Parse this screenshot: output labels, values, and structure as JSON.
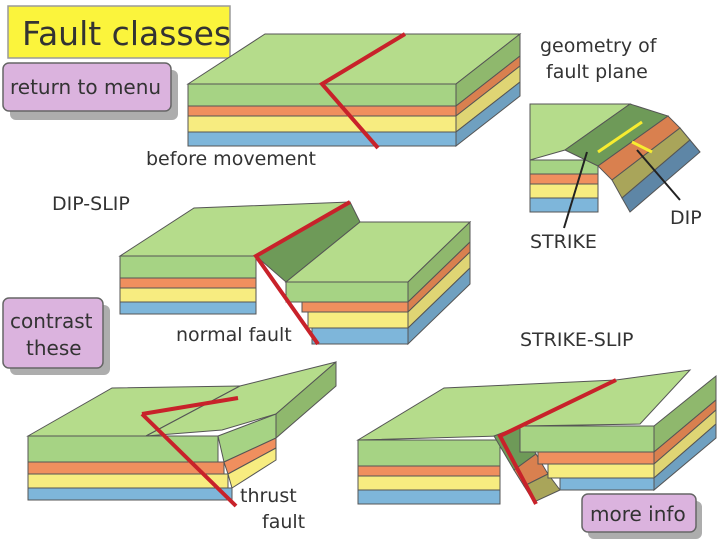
{
  "title": "Fault classes",
  "buttons": {
    "return_to_menu": "return to menu",
    "contrast_line1": "contrast",
    "contrast_line2": "these",
    "more_info": "more info"
  },
  "labels": {
    "before_movement": "before movement",
    "dip_slip": "DIP-SLIP",
    "normal_fault": "normal fault",
    "thrust_line1": "thrust",
    "thrust_line2": "fault",
    "strike_slip": "STRIKE-SLIP",
    "geometry_line1": "geometry of",
    "geometry_line2": "fault plane",
    "strike": "STRIKE",
    "dip": "DIP"
  },
  "colors": {
    "title_bg": "#fbf43c",
    "button_bg": "#dbb3de",
    "top_green": "#b5dc8b",
    "side_green": "#a6d384",
    "side_green_dark": "#8fb86d",
    "orange": "#f08f5e",
    "yellow": "#f7ec80",
    "blue": "#7eb6da",
    "fault_face": "#6e9a58",
    "fault_red": "#c8222a"
  }
}
